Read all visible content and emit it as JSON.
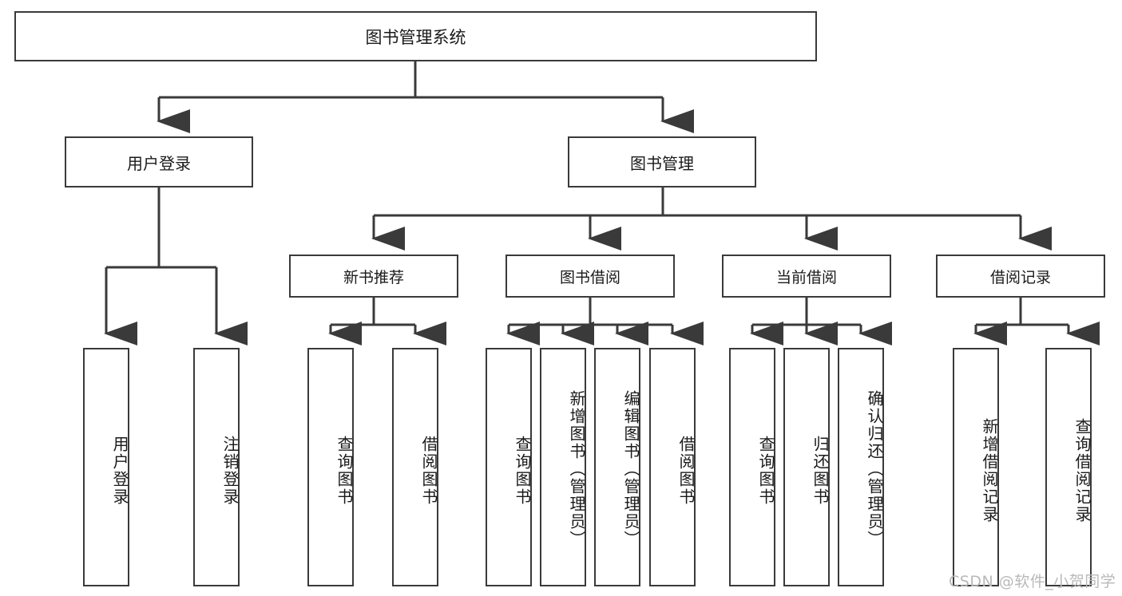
{
  "diagram": {
    "title": "图书管理系统",
    "type": "tree",
    "watermark": "CSDN @软件_小贺同学",
    "colors": {
      "background": "#ffffff",
      "box_border": "#3a3a3a",
      "box_fill": "#ffffff",
      "connector": "#3a3a3a",
      "text": "#1a1a1a",
      "watermark": "#b9b9b9"
    },
    "root": {
      "label": "图书管理系统"
    },
    "level2": [
      {
        "id": "user-login",
        "label": "用户登录"
      },
      {
        "id": "book-manage",
        "label": "图书管理"
      }
    ],
    "level3": [
      {
        "id": "new-book-recommend",
        "label": "新书推荐"
      },
      {
        "id": "book-borrow",
        "label": "图书借阅"
      },
      {
        "id": "current-borrow",
        "label": "当前借阅"
      },
      {
        "id": "borrow-record",
        "label": "借阅记录"
      }
    ],
    "leaves": {
      "user_login": [
        {
          "id": "leaf-user-login",
          "label": "用户登录"
        },
        {
          "id": "leaf-logout",
          "label": "注销登录"
        }
      ],
      "new_book_recommend": [
        {
          "id": "leaf-query-book-1",
          "label": "查询图书"
        },
        {
          "id": "leaf-borrow-book-1",
          "label": "借阅图书"
        }
      ],
      "book_borrow": [
        {
          "id": "leaf-query-book-2",
          "label": "查询图书"
        },
        {
          "id": "leaf-add-book",
          "label": "新增图书（管理员）"
        },
        {
          "id": "leaf-edit-book",
          "label": "编辑图书（管理员）"
        },
        {
          "id": "leaf-borrow-book-2",
          "label": "借阅图书"
        }
      ],
      "current_borrow": [
        {
          "id": "leaf-query-book-3",
          "label": "查询图书"
        },
        {
          "id": "leaf-return-book",
          "label": "归还图书"
        },
        {
          "id": "leaf-confirm-return",
          "label": "确认归还（管理员）"
        }
      ],
      "borrow_record": [
        {
          "id": "leaf-add-record",
          "label": "新增借阅记录"
        },
        {
          "id": "leaf-query-record",
          "label": "查询借阅记录"
        }
      ]
    }
  }
}
